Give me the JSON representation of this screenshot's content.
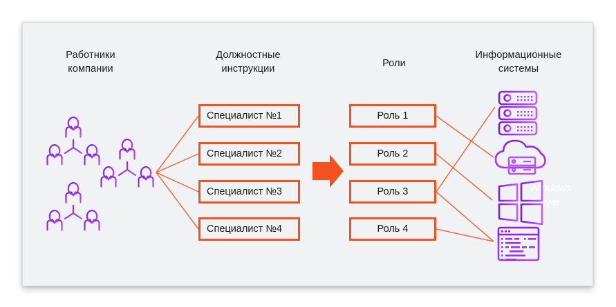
{
  "diagram": {
    "background_color": "#ffffff",
    "card_color": "#f1f2f4",
    "accent_orange": "#f4511e",
    "connector_orange": "#f4693f",
    "icon_purple_start": "#7a1fe0",
    "icon_purple_end": "#b84df5",
    "columns": [
      {
        "id": "employees",
        "title": "Работники\nкомпании"
      },
      {
        "id": "job_descriptions",
        "title": "Должностные\nинструкции"
      },
      {
        "id": "roles",
        "title": "Роли"
      },
      {
        "id": "information_systems",
        "title": "Информационные\nсистемы"
      }
    ],
    "job_descriptions": [
      {
        "label": "Специалист №1"
      },
      {
        "label": "Специалист №2"
      },
      {
        "label": "Специалист №3"
      },
      {
        "label": "Специалист №4"
      }
    ],
    "roles": [
      {
        "label": "Роль 1"
      },
      {
        "label": "Роль 2"
      },
      {
        "label": "Роль 3"
      },
      {
        "label": "Роль 4"
      }
    ],
    "employee_groups": [
      {
        "name": "group-top-left",
        "people": 3
      },
      {
        "name": "group-bottom-left",
        "people": 3
      },
      {
        "name": "group-center",
        "people": 3
      }
    ],
    "systems": [
      {
        "name": "server-rack",
        "label": ""
      },
      {
        "name": "cloud-server",
        "label": ""
      },
      {
        "name": "windows-server",
        "label": "Windows\nServer"
      },
      {
        "name": "code-editor",
        "label": ""
      }
    ],
    "arrow": {
      "name": "transform-arrow",
      "direction": "right"
    }
  }
}
